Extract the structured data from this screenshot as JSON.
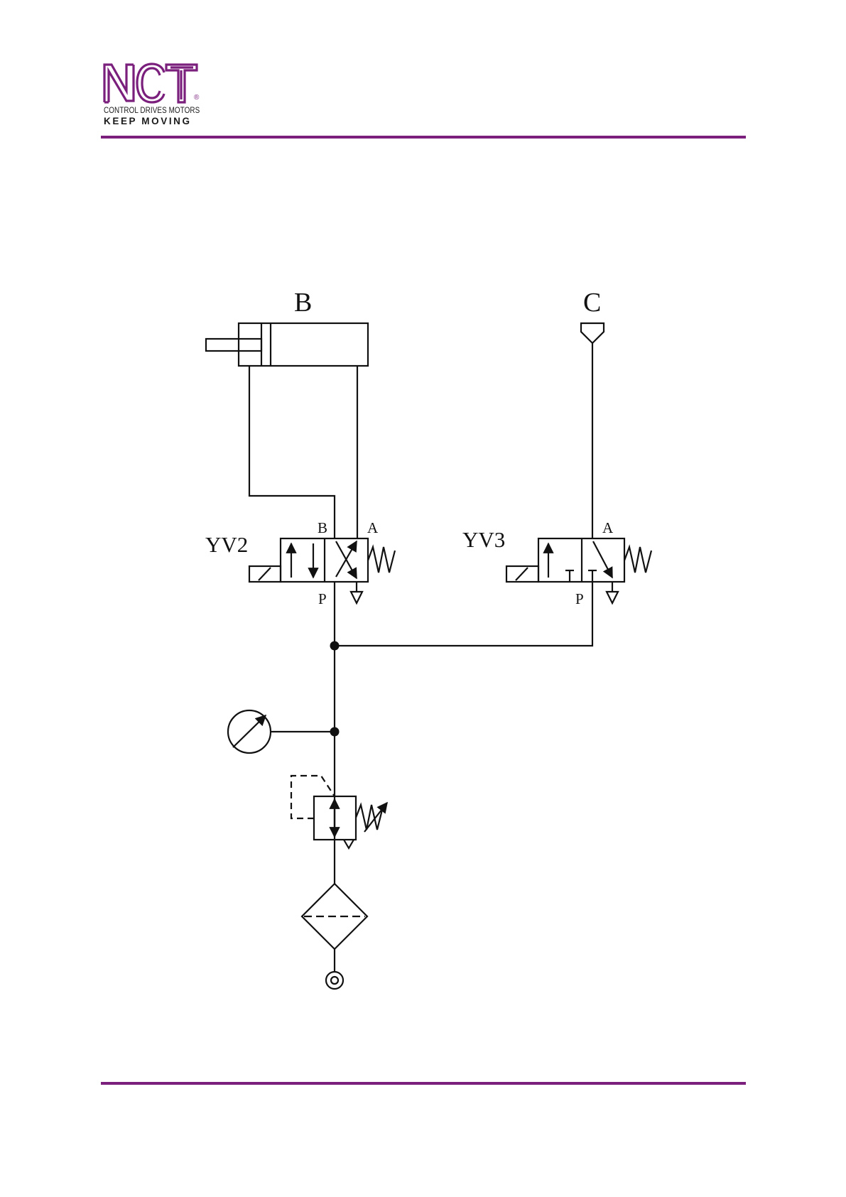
{
  "header": {
    "logo_text": "NCT",
    "logo_registered": "®",
    "tagline_1": "CONTROL  DRIVES  MOTORS",
    "tagline_2": "KEEP MOVING"
  },
  "colors": {
    "brand_purple": "#7b1f7d",
    "line": "#111111"
  },
  "diagram": {
    "cylinder_label": "B",
    "supply_port_label": "C",
    "valve_2": {
      "name": "YV2",
      "port_b": "B",
      "port_a": "A",
      "port_p": "P"
    },
    "valve_3": {
      "name": "YV3",
      "port_a": "A",
      "port_p": "P"
    },
    "icons": [
      "double-acting-cylinder-icon",
      "exhaust-port-icon",
      "solenoid-icon",
      "spring-icon",
      "pressure-gauge-icon",
      "pressure-regulator-icon",
      "filter-icon",
      "air-source-icon"
    ]
  }
}
